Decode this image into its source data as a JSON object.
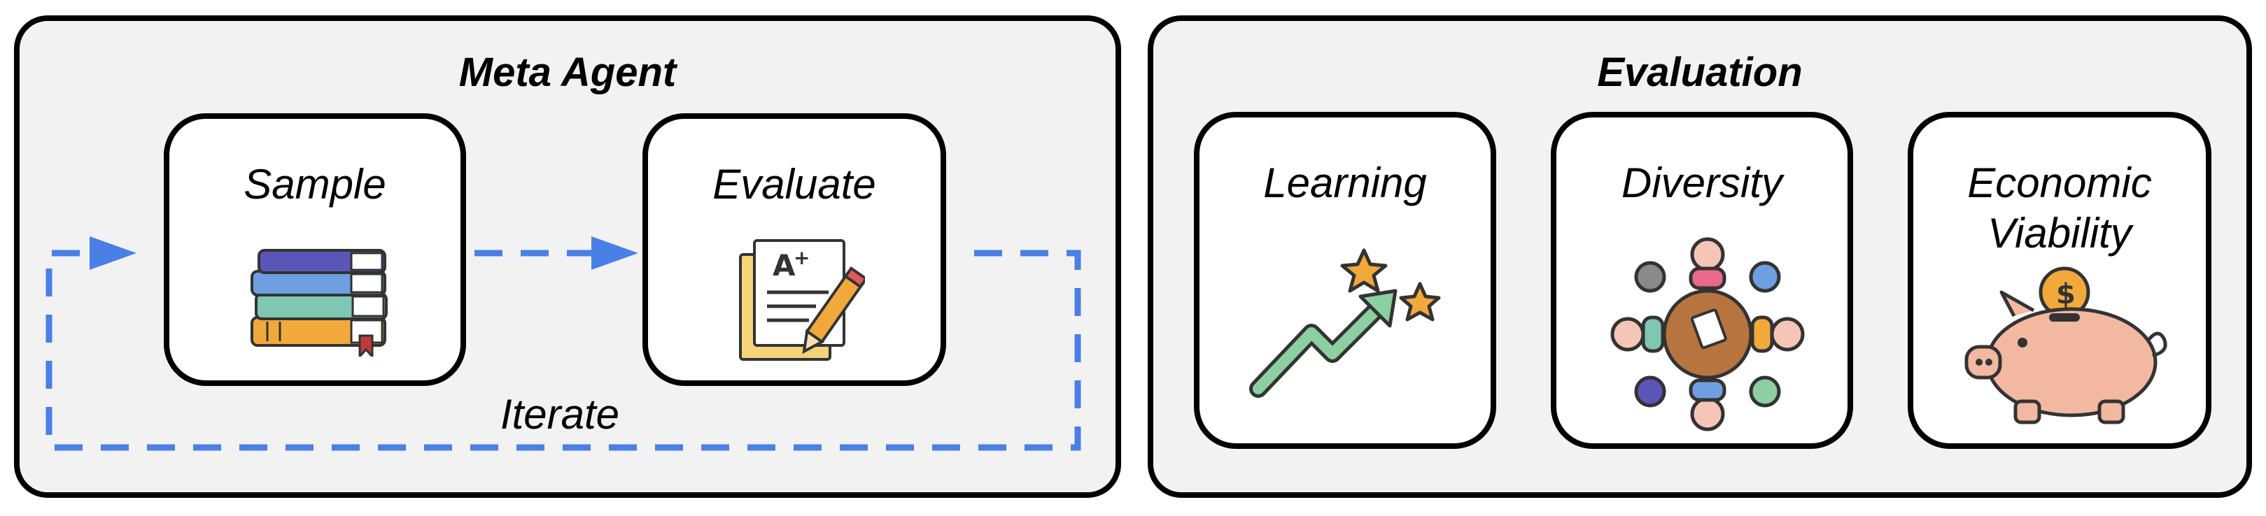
{
  "meta_agent": {
    "title": "Meta Agent",
    "steps": [
      {
        "label": "Sample",
        "icon": "books-icon"
      },
      {
        "label": "Evaluate",
        "icon": "graded-paper-icon"
      }
    ],
    "loop_label": "Iterate",
    "flow_color": "#4a7fe6"
  },
  "evaluation": {
    "title": "Evaluation",
    "criteria": [
      {
        "label": "Learning",
        "icon": "growth-chart-icon"
      },
      {
        "label": "Diversity",
        "icon": "people-circle-icon"
      },
      {
        "label": "Economic Viability",
        "icon": "piggy-bank-icon"
      }
    ]
  }
}
